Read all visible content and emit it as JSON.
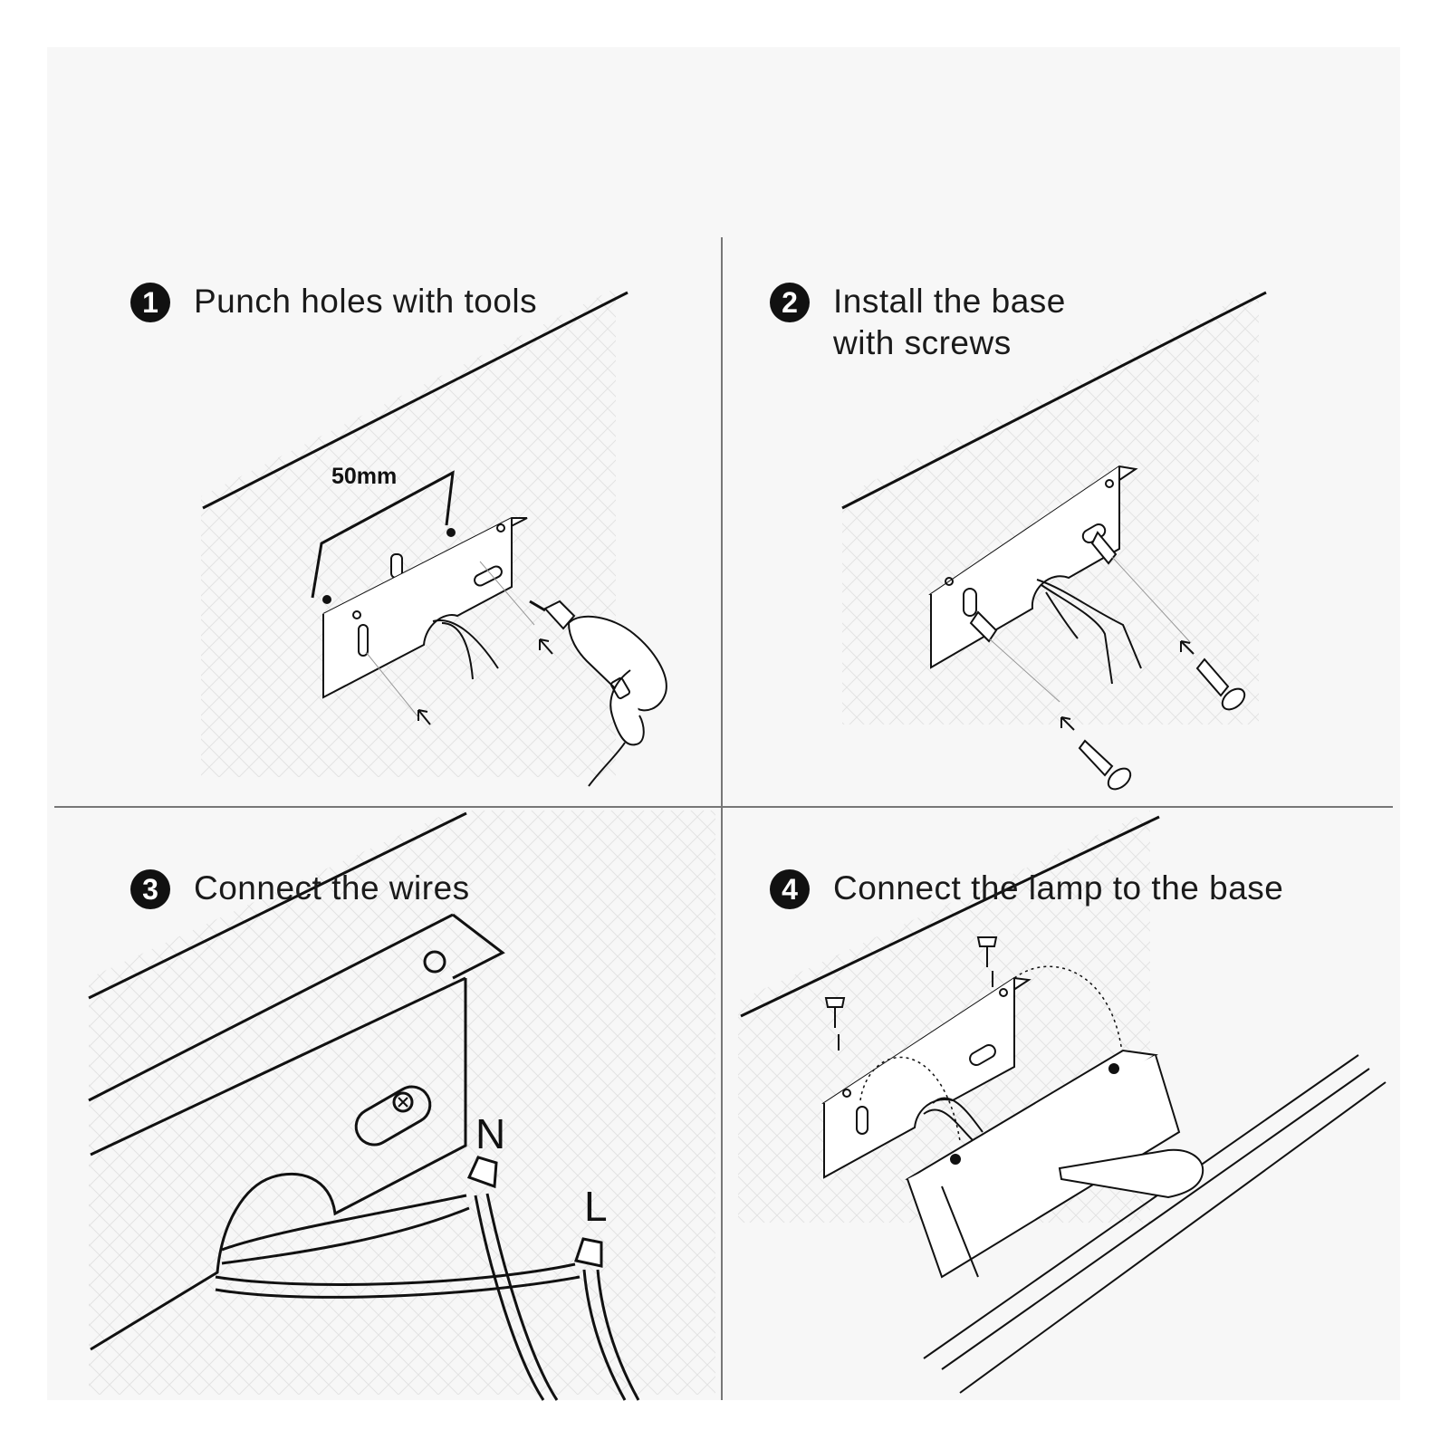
{
  "steps": [
    {
      "number": "1",
      "title": "Punch holes with tools"
    },
    {
      "number": "2",
      "title": "Install the base\nwith screws"
    },
    {
      "number": "3",
      "title": "Connect the wires"
    },
    {
      "number": "4",
      "title": "Connect the lamp to the base"
    }
  ],
  "labels": {
    "dimension": "50mm",
    "neutral": "N",
    "live": "L"
  },
  "icons": [
    "drill-icon",
    "screw-icon",
    "arrow-icon",
    "wire-connector-icon",
    "lamp-icon"
  ]
}
